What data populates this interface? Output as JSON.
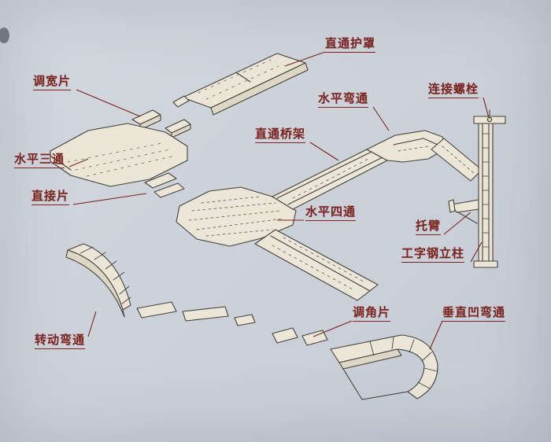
{
  "figure": {
    "type": "isometric-assembly-diagram",
    "subject": "cable-tray-bridge-assembly"
  },
  "colors": {
    "paper_background": "#cdd2da",
    "label_text": "#7b2420",
    "leader_line": "#7b2420",
    "drawing_stroke": "#45413b",
    "drawing_fill": "#ebe6d8"
  },
  "labels": [
    {
      "text": "直通护罩"
    },
    {
      "text": "调宽片"
    },
    {
      "text": "水平弯通"
    },
    {
      "text": "连接螺栓"
    },
    {
      "text": "直通桥架"
    },
    {
      "text": "水平三通"
    },
    {
      "text": "直接片"
    },
    {
      "text": "水平四通"
    },
    {
      "text": "托臂"
    },
    {
      "text": "工字钢立柱"
    },
    {
      "text": "调角片"
    },
    {
      "text": "垂直凹弯通"
    },
    {
      "text": "转动弯通"
    }
  ]
}
